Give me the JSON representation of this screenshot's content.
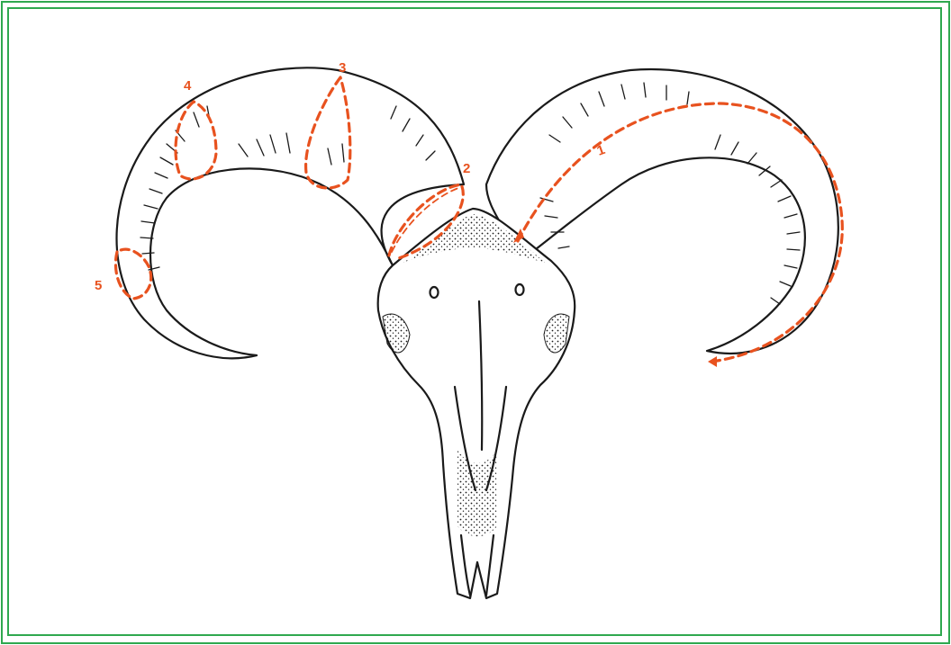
{
  "figure": {
    "subject": "",
    "border_color": "#2fa84f",
    "line_color": "#1a1a1a",
    "marker_color": "#e8521f",
    "labels": [
      {
        "id": "1",
        "text": "1"
      },
      {
        "id": "2",
        "text": "2"
      },
      {
        "id": "3",
        "text": "3"
      },
      {
        "id": "4",
        "text": "4"
      },
      {
        "id": "5",
        "text": "5"
      }
    ]
  }
}
